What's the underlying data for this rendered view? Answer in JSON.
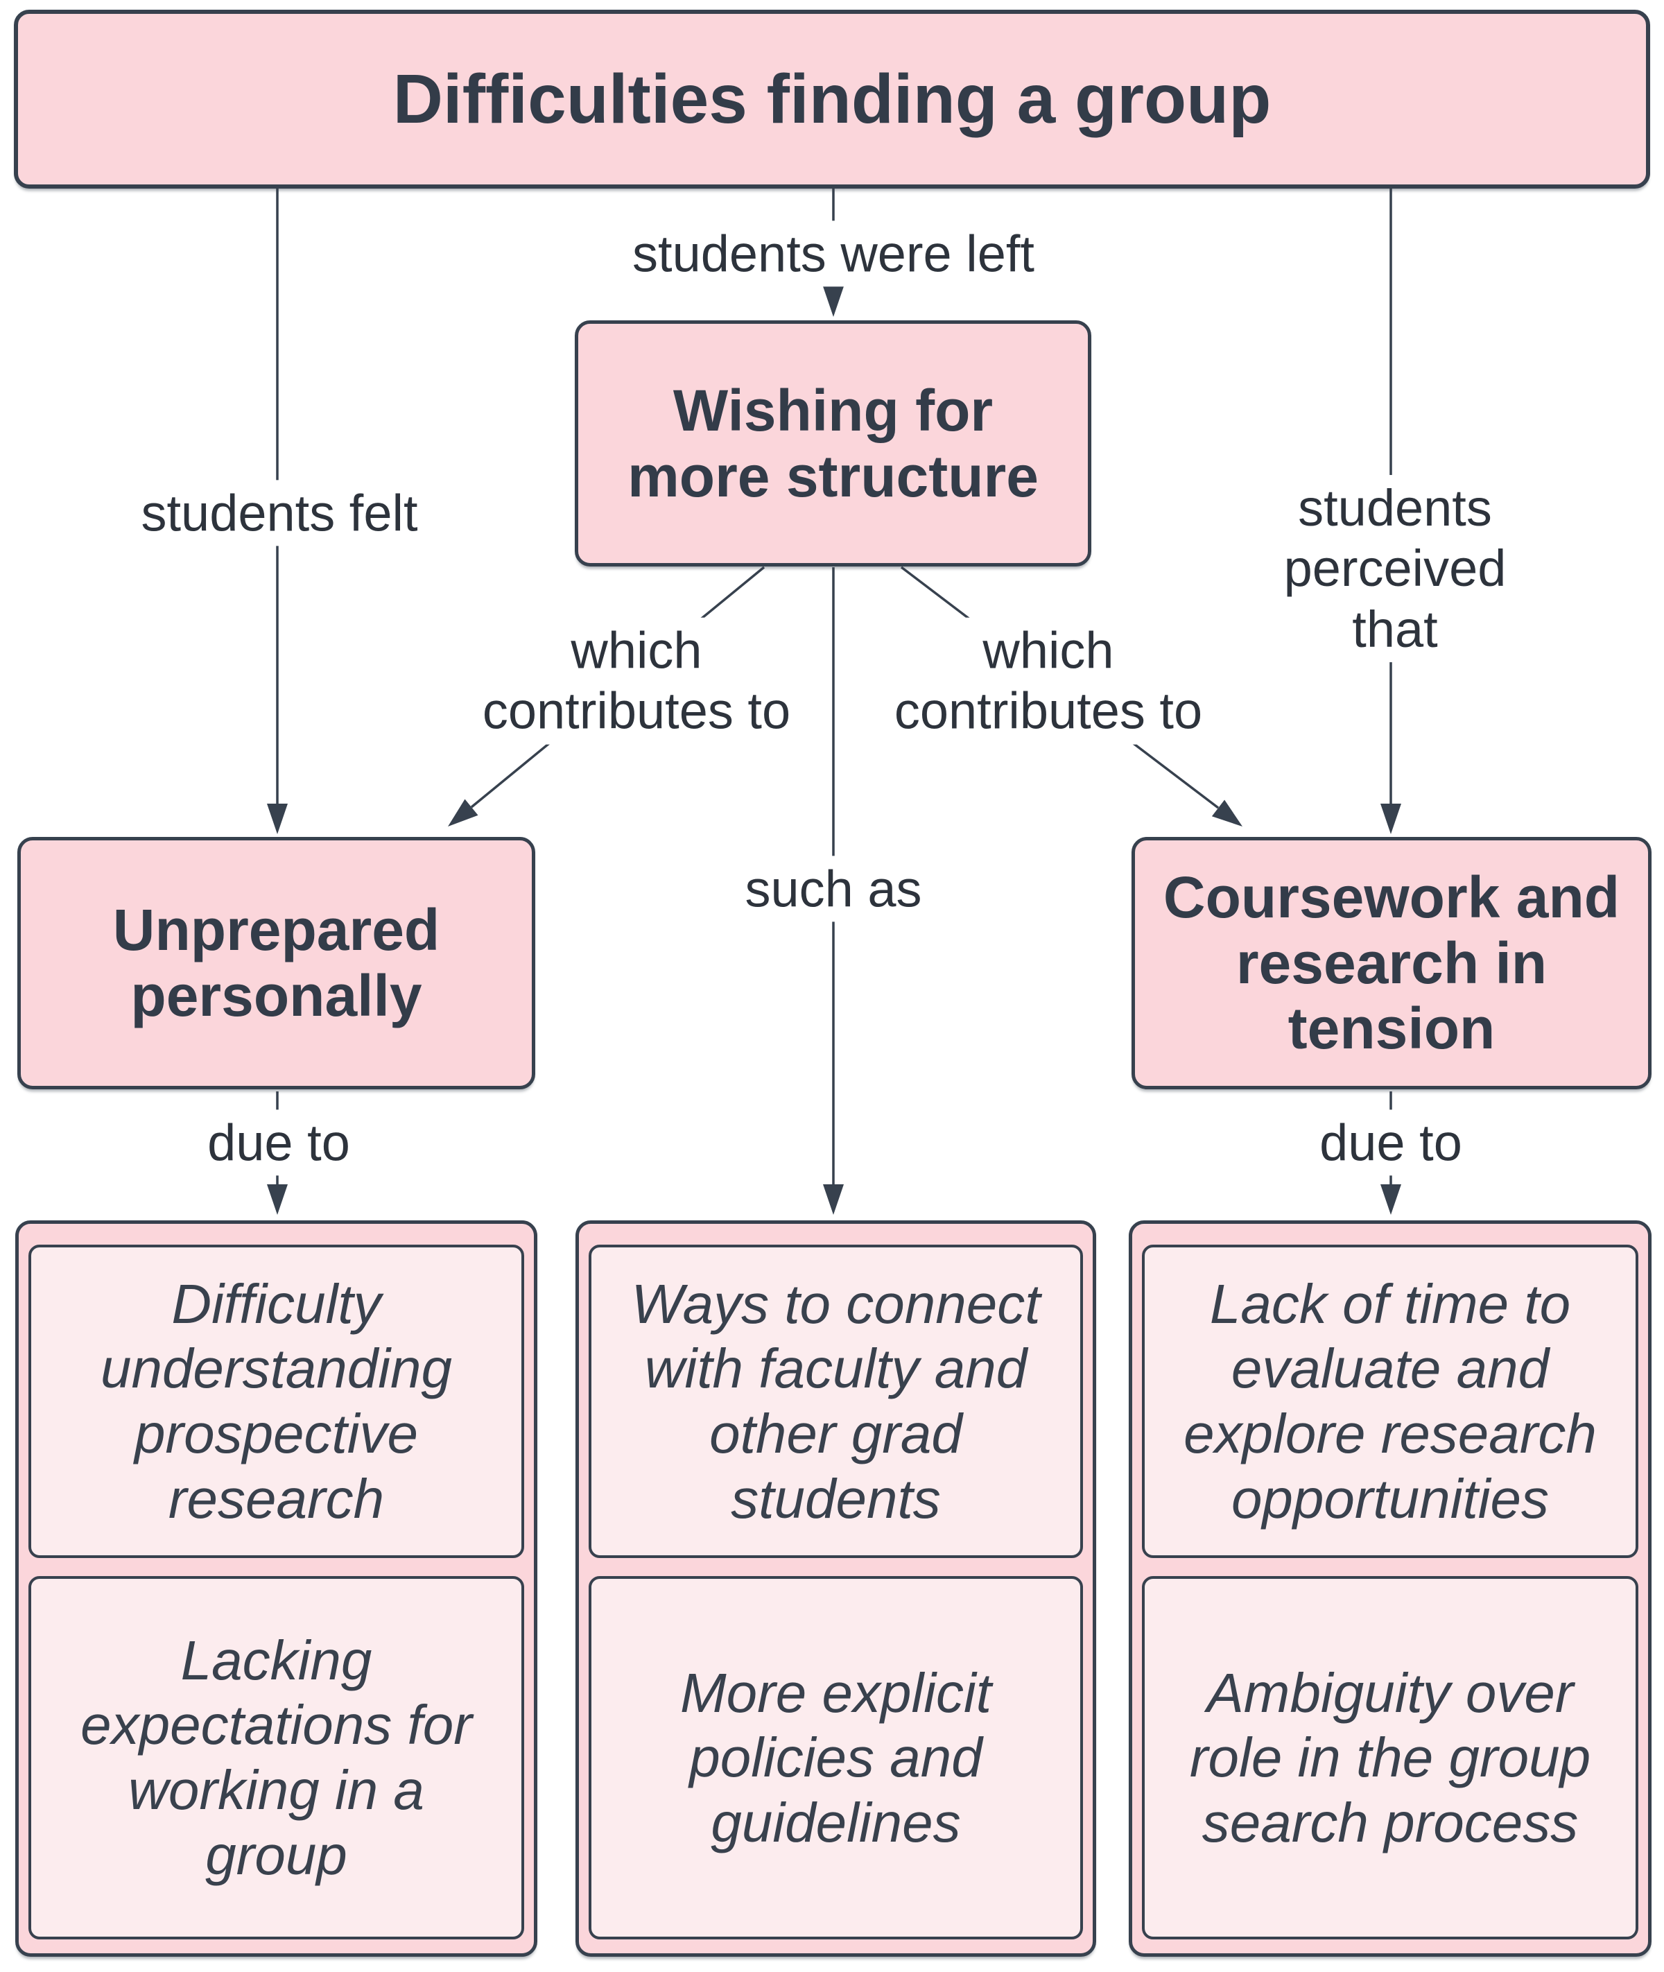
{
  "title": "Difficulties finding a group",
  "colors": {
    "node_fill": "#FBD6DB",
    "leaf_fill": "#FCECEE",
    "stroke": "#37414E",
    "node_text": "#333C49",
    "label_text": "#2D333C",
    "background": "#FFFFFF"
  },
  "nodes": {
    "wishing": "Wishing for\nmore structure",
    "unprepared": "Unprepared\npersonally",
    "coursework": "Coursework and\nresearch in\ntension"
  },
  "edges": {
    "students_were_left": "students were left",
    "students_felt": "students felt",
    "students_perceived_that": "students perceived\nthat",
    "which_contributes_left": "which\ncontributes to",
    "which_contributes_right": "which\ncontributes to",
    "such_as": "such as",
    "due_to_left": "due to",
    "due_to_right": "due to"
  },
  "leaves": {
    "left": [
      "Difficulty\nunderstanding\nprospective\nresearch",
      "Lacking\nexpectations for\nworking in a\ngroup"
    ],
    "middle": [
      "Ways to connect\nwith faculty and\nother grad\nstudents",
      "More explicit\npolicies and\nguidelines"
    ],
    "right": [
      "Lack of time to\nevaluate and\nexplore research\nopportunities",
      "Ambiguity over\nrole in the group\nsearch process"
    ]
  }
}
